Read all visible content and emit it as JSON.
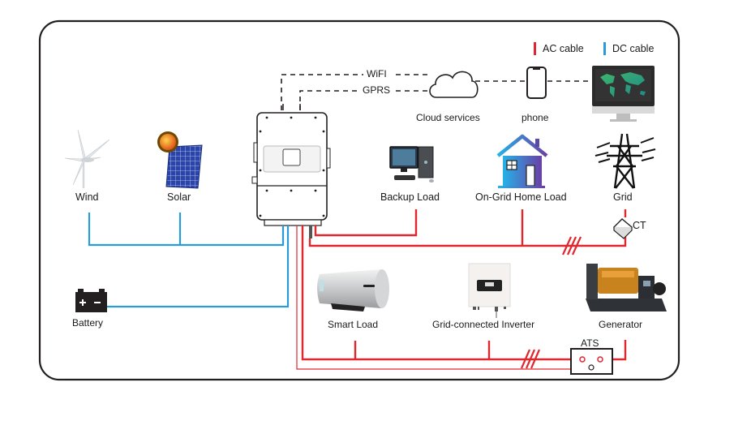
{
  "legend": {
    "ac": {
      "label": "AC cable",
      "color": "#e0262e"
    },
    "dc": {
      "label": "DC cable",
      "color": "#2a9bd8"
    }
  },
  "communication": {
    "wifi_label": "WiFI",
    "gprs_label": "GPRS",
    "cloud_label": "Cloud services",
    "phone_label": "phone"
  },
  "devices": {
    "wind": "Wind",
    "solar": "Solar",
    "backup_load": "Backup Load",
    "home_load": "On-Grid Home Load",
    "grid": "Grid",
    "ct": "CT",
    "battery": "Battery",
    "smart_load": "Smart Load",
    "grid_inverter": "Grid-connected Inverter",
    "generator": "Generator",
    "ats": "ATS"
  },
  "colors": {
    "frame": "#231f20",
    "ac": "#e0262e",
    "dc": "#2a9bd8"
  }
}
